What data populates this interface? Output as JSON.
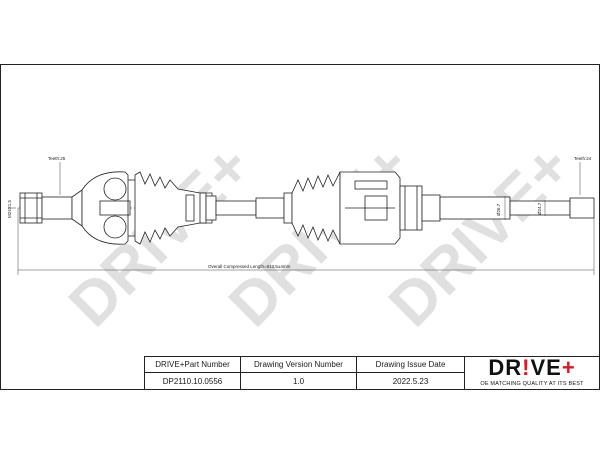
{
  "watermark": {
    "text": "DRIVE+",
    "color": "#e0e0e0"
  },
  "dimensions": {
    "left_teeth": "Teeth:25",
    "right_teeth": "Teeth:24",
    "left_thread": "M24X1.5",
    "overall_length": "Overall Compressed Length=813.5±4mm",
    "diameter_a": "Ø26.7",
    "diameter_b": "Ø24.7"
  },
  "title_block": {
    "part_number_header": "DRIVE+Part Number",
    "part_number": "DP2110.10.0556",
    "version_header": "Drawing Version Number",
    "version": "1.0",
    "issue_date_header": "Drawing Issue Date",
    "issue_date": "2022.5.23"
  },
  "logo": {
    "word": "DR!VE+",
    "tagline": "OE MATCHING QUALITY AT ITS BEST",
    "accent_color": "#e0161b"
  }
}
